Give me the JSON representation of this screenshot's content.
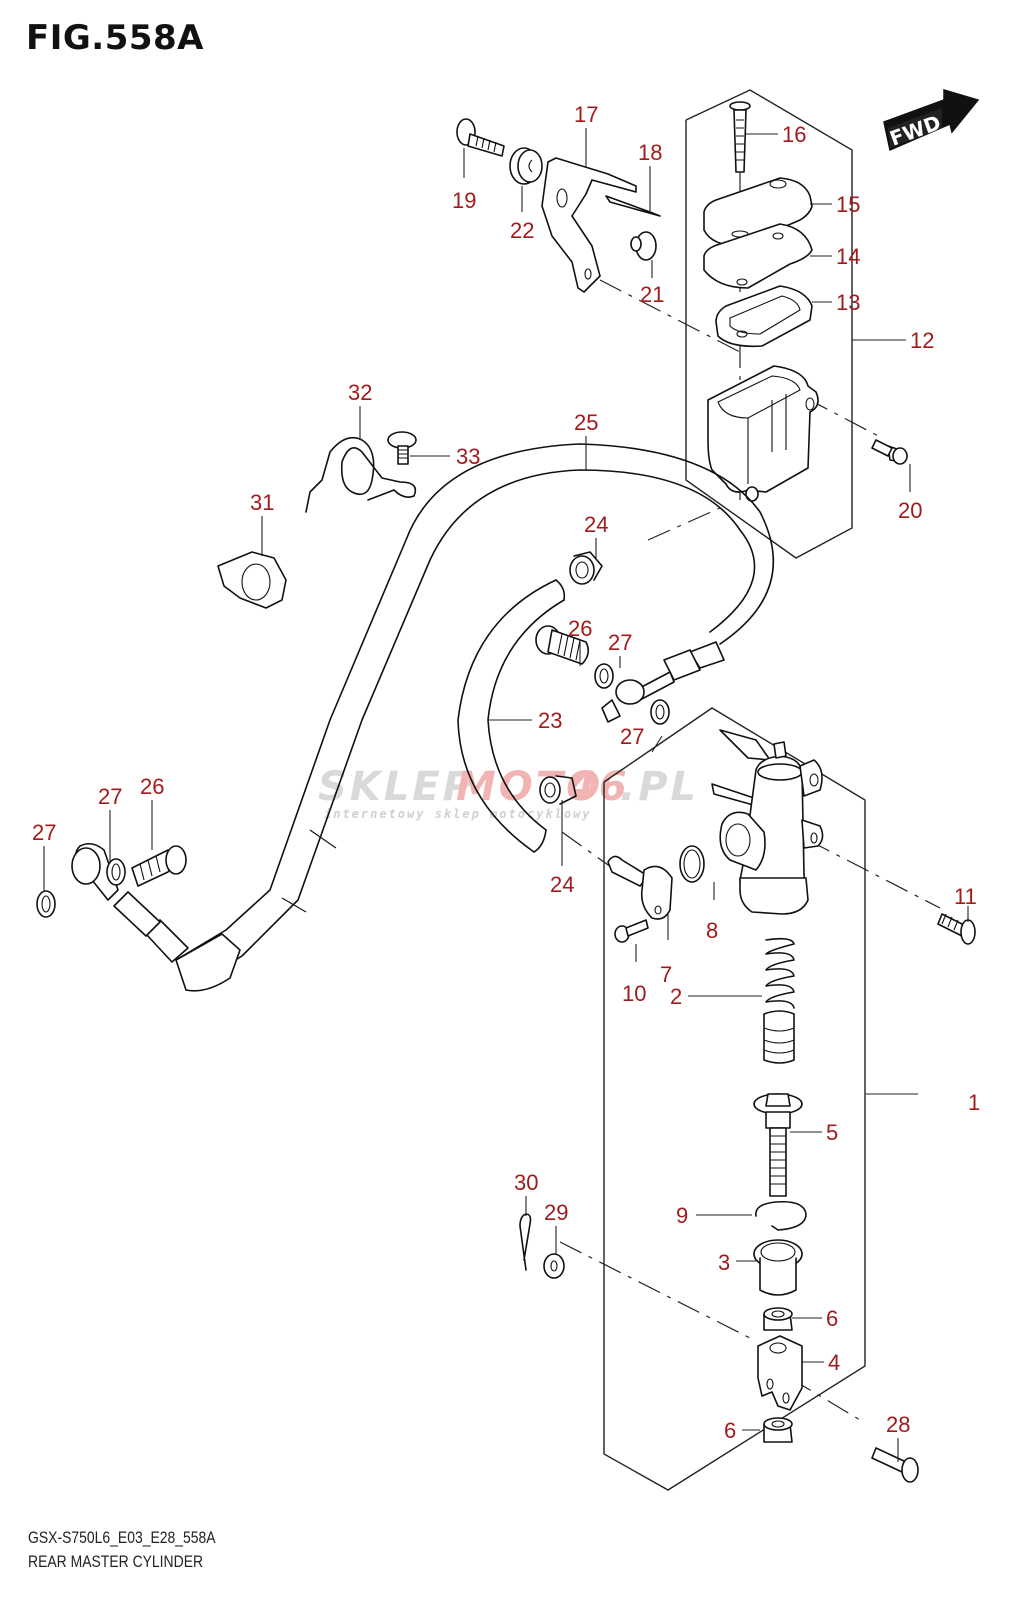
{
  "figure": {
    "title": "FIG.558A",
    "model_code": "GSX-S750L6_E03_E28_558A",
    "section_title": "REAR MASTER CYLINDER",
    "direction_badge": "FWD",
    "callout_color": "#a01c1c"
  },
  "watermark": {
    "brand_part1": "SKLEP",
    "brand_part2": "MOTO",
    "brand_part3": "46",
    "brand_part4": ".PL",
    "tagline": "internetowy sklep motocyklowy"
  },
  "callouts": [
    {
      "number": "1",
      "part": "master-cylinder-assembly"
    },
    {
      "number": "2",
      "part": "spring"
    },
    {
      "number": "3",
      "part": "boot"
    },
    {
      "number": "4",
      "part": "clevis"
    },
    {
      "number": "5",
      "part": "push-rod"
    },
    {
      "number": "6",
      "part": "nut-upper"
    },
    {
      "number": "6",
      "part": "nut-lower"
    },
    {
      "number": "7",
      "part": "hose-connector"
    },
    {
      "number": "8",
      "part": "o-ring"
    },
    {
      "number": "9",
      "part": "circlip"
    },
    {
      "number": "10",
      "part": "connector-screw"
    },
    {
      "number": "11",
      "part": "mounting-bolt"
    },
    {
      "number": "12",
      "part": "reservoir-assembly"
    },
    {
      "number": "13",
      "part": "diaphragm-plate"
    },
    {
      "number": "14",
      "part": "diaphragm"
    },
    {
      "number": "15",
      "part": "reservoir-cap"
    },
    {
      "number": "16",
      "part": "cap-screw"
    },
    {
      "number": "17",
      "part": "bracket"
    },
    {
      "number": "18",
      "part": "bracket-tab"
    },
    {
      "number": "19",
      "part": "bracket-bolt"
    },
    {
      "number": "20",
      "part": "reservoir-bolt"
    },
    {
      "number": "21",
      "part": "grommet-small"
    },
    {
      "number": "22",
      "part": "grommet"
    },
    {
      "number": "23",
      "part": "reservoir-hose"
    },
    {
      "number": "24",
      "part": "hose-clamp-upper"
    },
    {
      "number": "24",
      "part": "hose-clamp-lower"
    },
    {
      "number": "25",
      "part": "brake-hose"
    },
    {
      "number": "26",
      "part": "union-bolt-center"
    },
    {
      "number": "26",
      "part": "union-bolt-left"
    },
    {
      "number": "27",
      "part": "washer-center-upper"
    },
    {
      "number": "27",
      "part": "washer-center-lower"
    },
    {
      "number": "27",
      "part": "washer-left-inner"
    },
    {
      "number": "27",
      "part": "washer-left-outer"
    },
    {
      "number": "28",
      "part": "clevis-pin"
    },
    {
      "number": "29",
      "part": "pin-washer"
    },
    {
      "number": "30",
      "part": "cotter-pin"
    },
    {
      "number": "31",
      "part": "hose-clamp-holder"
    },
    {
      "number": "32",
      "part": "hose-guide-spring"
    },
    {
      "number": "33",
      "part": "guide-screw"
    }
  ]
}
